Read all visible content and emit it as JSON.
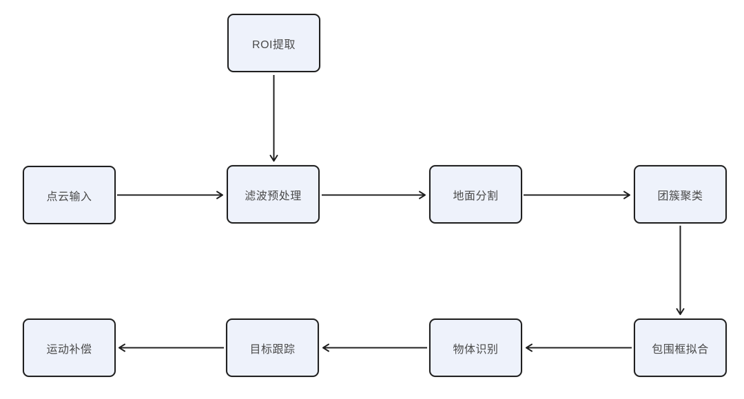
{
  "diagram": {
    "type": "flowchart",
    "nodes": [
      {
        "id": "roi",
        "label": "ROI提取"
      },
      {
        "id": "input",
        "label": "点云输入"
      },
      {
        "id": "filter",
        "label": "滤波预处理"
      },
      {
        "id": "ground",
        "label": "地面分割"
      },
      {
        "id": "cluster",
        "label": "团簇聚类"
      },
      {
        "id": "bbox",
        "label": "包围框拟合"
      },
      {
        "id": "object",
        "label": "物体识别"
      },
      {
        "id": "track",
        "label": "目标跟踪"
      },
      {
        "id": "motion",
        "label": "运动补偿"
      }
    ],
    "edges": [
      {
        "from": "roi",
        "to": "filter",
        "direction": "down"
      },
      {
        "from": "input",
        "to": "filter",
        "direction": "right"
      },
      {
        "from": "filter",
        "to": "ground",
        "direction": "right"
      },
      {
        "from": "ground",
        "to": "cluster",
        "direction": "right"
      },
      {
        "from": "cluster",
        "to": "bbox",
        "direction": "down"
      },
      {
        "from": "bbox",
        "to": "object",
        "direction": "left"
      },
      {
        "from": "object",
        "to": "track",
        "direction": "left"
      },
      {
        "from": "track",
        "to": "motion",
        "direction": "left"
      }
    ],
    "colors": {
      "background": "#ffffff",
      "node_fill": "#eef2fb",
      "node_border": "#1f1f1f",
      "arrow": "#1f1f1f",
      "text": "#4a4a4a"
    }
  }
}
